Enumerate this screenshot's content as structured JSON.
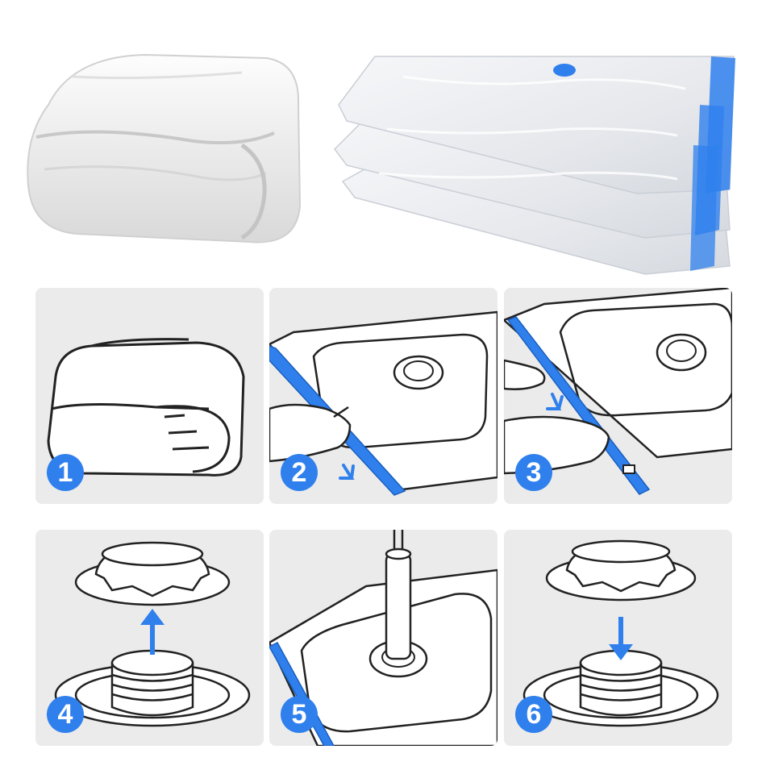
{
  "colors": {
    "accent": "#2f80ed",
    "panel_bg": "#ebebeb",
    "line": "#222222",
    "bag_edge": "#9fc3ef"
  },
  "hero": {
    "icons": [
      "folded-blanket",
      "stacked-vacuum-bags"
    ]
  },
  "steps": [
    {
      "number": "1",
      "icon": "folded-comforter-icon"
    },
    {
      "number": "2",
      "icon": "open-zipper-icon"
    },
    {
      "number": "3",
      "icon": "close-zipper-icon"
    },
    {
      "number": "4",
      "icon": "remove-valve-cap-icon"
    },
    {
      "number": "5",
      "icon": "pump-air-icon"
    },
    {
      "number": "6",
      "icon": "replace-valve-cap-icon"
    }
  ]
}
